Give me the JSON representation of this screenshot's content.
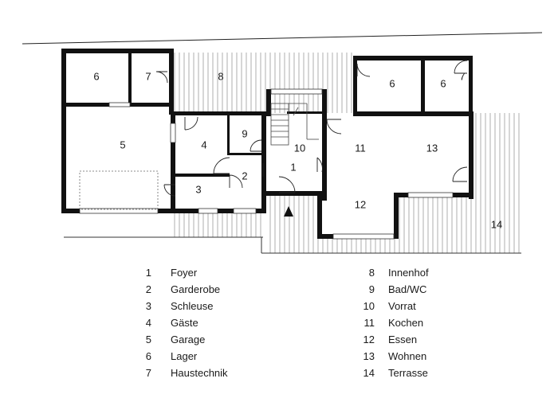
{
  "plan": {
    "labels": {
      "r6a": "6",
      "r7a": "7",
      "r8": "8",
      "r6b": "6",
      "r6c": "6",
      "r7b": "7",
      "r5": "5",
      "r4": "4",
      "r9": "9",
      "r10": "10",
      "r11": "11",
      "r13": "13",
      "r2": "2",
      "r1": "1",
      "r3": "3",
      "r12": "12",
      "r14": "14"
    }
  },
  "legend": {
    "left": [
      {
        "num": "1",
        "name": "Foyer"
      },
      {
        "num": "2",
        "name": "Garderobe"
      },
      {
        "num": "3",
        "name": "Schleuse"
      },
      {
        "num": "4",
        "name": "Gäste"
      },
      {
        "num": "5",
        "name": "Garage"
      },
      {
        "num": "6",
        "name": "Lager"
      },
      {
        "num": "7",
        "name": "Haustechnik"
      }
    ],
    "right": [
      {
        "num": "8",
        "name": "Innenhof"
      },
      {
        "num": "9",
        "name": "Bad/WC"
      },
      {
        "num": "10",
        "name": "Vorrat"
      },
      {
        "num": "11",
        "name": "Kochen"
      },
      {
        "num": "12",
        "name": "Essen"
      },
      {
        "num": "13",
        "name": "Wohnen"
      },
      {
        "num": "14",
        "name": "Terrasse"
      }
    ]
  }
}
